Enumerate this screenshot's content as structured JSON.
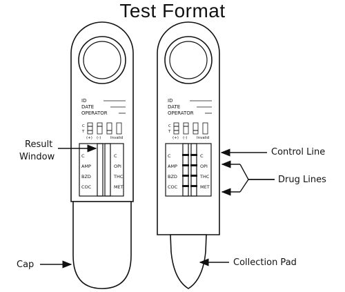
{
  "title": "Test Format",
  "form_fields": [
    "ID",
    "DATE",
    "OPERATOR"
  ],
  "mini_panel": {
    "c": "C",
    "t": "T",
    "neg": "(+)",
    "pos": "(-)",
    "invalid": "Invalid"
  },
  "window_left": [
    "C",
    "AMP",
    "BZD",
    "COC"
  ],
  "window_right": [
    "C",
    "OPI",
    "THC",
    "MET"
  ],
  "labels": {
    "result_window_1": "Result",
    "result_window_2": "Window",
    "control_line": "Control Line",
    "drug_lines": "Drug Lines",
    "cap": "Cap",
    "collection_pad": "Collection Pad"
  }
}
